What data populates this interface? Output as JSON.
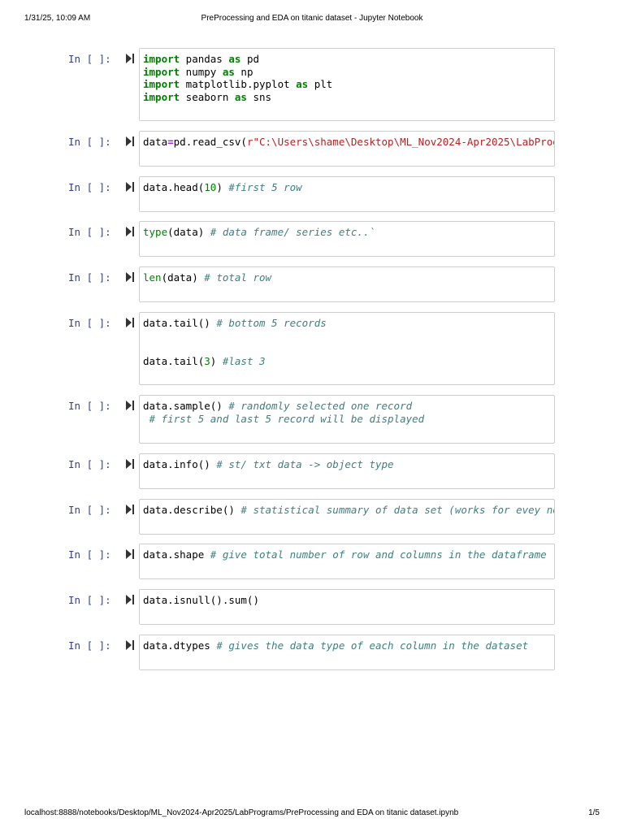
{
  "print_header": {
    "datetime": "1/31/25, 10:09 AM",
    "title": "PreProcessing and EDA on titanic dataset - Jupyter Notebook"
  },
  "print_footer": {
    "url": "localhost:8888/notebooks/Desktop/ML_Nov2024-Apr2025/LabPrograms/PreProcessing and EDA on titanic dataset.ipynb",
    "page": "1/5"
  },
  "prompt_label": "In [ ]:",
  "run_icon": "run-cell-icon",
  "cells": [
    {
      "kw1": "import",
      "mod1": " pandas ",
      "kw2": "as",
      "alias1": " pd",
      "kw3": "import",
      "mod2": " numpy ",
      "kw4": "as",
      "alias2": " np",
      "kw5": "import",
      "mod3": " matplotlib.pyplot ",
      "kw6": "as",
      "alias3": " plt",
      "kw7": "import",
      "mod4": " seaborn ",
      "kw8": "as",
      "alias4": " sns"
    },
    {
      "lhs": "data",
      "op": "=",
      "call": "pd.read_csv(",
      "str": "r\"C:\\Users\\shame\\Desktop\\ML_Nov2024-Apr2025\\LabProg"
    },
    {
      "call": "data.head(",
      "num": "10",
      "close": ") ",
      "comment": "#first 5 row"
    },
    {
      "fn": "type",
      "args": "(data) ",
      "comment": "# data frame/ series etc..`"
    },
    {
      "fn": "len",
      "args": "(data) ",
      "comment": "# total row"
    },
    {
      "call1": "data.tail() ",
      "comment1": "# bottom 5 records",
      "call2": "data.tail(",
      "num": "3",
      "close": ") ",
      "comment2": "#last 3"
    },
    {
      "call": "data.sample() ",
      "comment1": "# randomly selected one record",
      "comment2": " # first 5 and last 5 record will be displayed"
    },
    {
      "call": "data.info() ",
      "comment": "# st/ txt data -> object type"
    },
    {
      "call": "data.describe() ",
      "comment": "# statistical summary of data set (works for evey ne"
    },
    {
      "call": "data.shape ",
      "comment": "# give total number of row and columns in the dataframe"
    },
    {
      "call": "data.isnull().sum()"
    },
    {
      "call": "data.dtypes ",
      "comment": "# gives the data type of each column in the dataset"
    }
  ]
}
